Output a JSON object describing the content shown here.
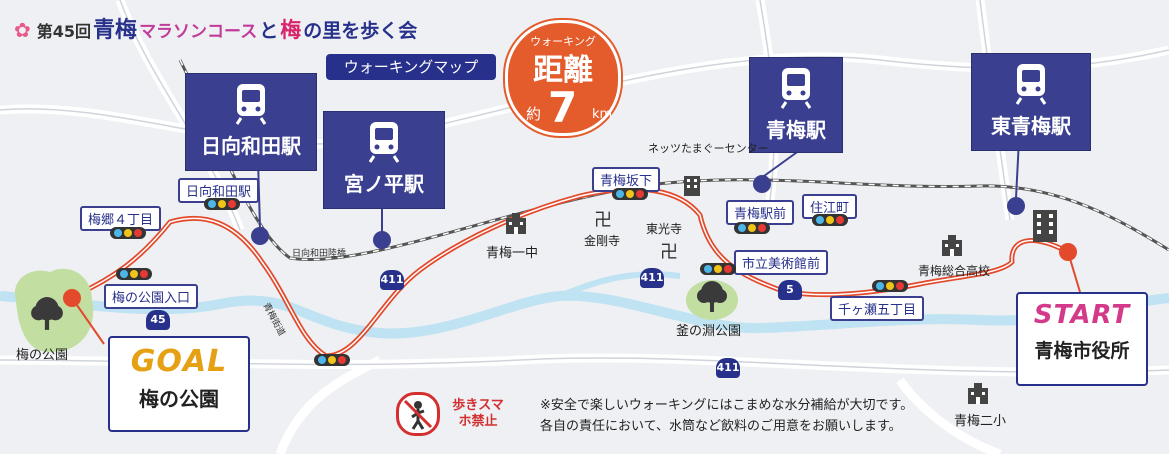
{
  "title": {
    "prefix": "第45回",
    "ome": "青梅",
    "marathon": "マラソンコース",
    "to": "と",
    "ume": "梅",
    "rest": "の里を歩く会"
  },
  "subtitle": "ウォーキングマップ",
  "distance": {
    "label": "ウォーキング",
    "heading": "距離",
    "approx": "約",
    "value": "7",
    "unit": "km"
  },
  "stations": [
    {
      "name": "日向和田駅"
    },
    {
      "name": "宮ノ平駅"
    },
    {
      "name": "青梅駅"
    },
    {
      "name": "東青梅駅"
    }
  ],
  "stops": {
    "hinatawada": "日向和田駅",
    "umego4": "梅郷４丁目",
    "umepark_entrance": "梅の公園入口",
    "omezaka": "青梅坂下",
    "omeeki_mae": "青梅駅前",
    "sumie": "住江町",
    "bijutsukan": "市立美術館前",
    "senju5": "千ヶ瀬五丁目"
  },
  "places": {
    "nettsu": "ネッツたまぐーセンター",
    "ome1chu": "青梅一中",
    "konpukuji": "金剛寺",
    "tokoji": "東光寺",
    "kamafuchi": "釜の淵公園",
    "ome_sogo": "青梅総合高校",
    "ome2sho": "青梅二小",
    "umepark": "梅の公園"
  },
  "roads": {
    "hinatawada_rikkyo": "日向和田陸橋",
    "ome_kaido": "青梅街道",
    "r411a": "411",
    "r411b": "411",
    "r411c": "411",
    "r45": "45",
    "r5": "5"
  },
  "goal": {
    "badge": "GOAL",
    "place": "梅の公園"
  },
  "start": {
    "badge": "START",
    "place": "青梅市役所"
  },
  "warning": "歩きスマホ禁止",
  "notes": [
    "※安全で楽しいウォーキングにはこまめな水分補給が大切です。",
    "各自の責任において、水筒など飲料のご用意をお願いします。"
  ],
  "colors": {
    "route": "#e24a2b",
    "station": "#3a3f8f",
    "distance_badge": "#e45b2c",
    "railway": "#555555"
  },
  "icons": [
    "train-icon",
    "flower-icon",
    "tree-icon",
    "building-icon",
    "temple-icon",
    "no-smartphone-icon",
    "traffic-light-icon"
  ]
}
